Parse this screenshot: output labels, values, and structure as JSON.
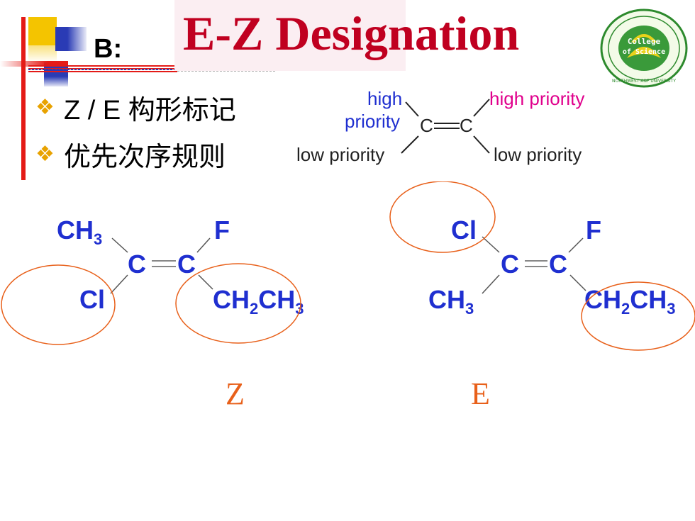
{
  "section_label": "B:",
  "title": "E-Z Designation",
  "bullets": [
    {
      "text": "Z / E 构形标记"
    },
    {
      "text": "优先次序规则"
    }
  ],
  "priority_diagram": {
    "left_top": "high",
    "left_mid": "priority",
    "left_bottom": "low priority",
    "right_top": "high priority",
    "right_bottom": "low priority",
    "center_left": "C",
    "center_right": "C"
  },
  "molecule_z": {
    "top_left": "CH",
    "top_left_sub": "3",
    "top_right": "F",
    "c1": "C",
    "c2": "C",
    "bottom_left": "Cl",
    "bottom_right_a": "CH",
    "bottom_right_sub1": "2",
    "bottom_right_b": "CH",
    "bottom_right_sub2": "3",
    "label": "Z"
  },
  "molecule_e": {
    "top_left": "Cl",
    "top_right": "F",
    "c1": "C",
    "c2": "C",
    "bottom_left": "CH",
    "bottom_left_sub": "3",
    "bottom_right_a": "CH",
    "bottom_right_sub1": "2",
    "bottom_right_b": "CH",
    "bottom_right_sub2": "3",
    "label": "E"
  },
  "seal": {
    "center_line1": "College",
    "center_line2": "of Science",
    "ring_text": "NORTHWEST A&F UNIVERSITY"
  },
  "colors": {
    "title": "#c00020",
    "atoms": "#1f2fd0",
    "labels": "#e8601a",
    "circles": "#e8601a",
    "high_priority_right": "#e0008c"
  }
}
